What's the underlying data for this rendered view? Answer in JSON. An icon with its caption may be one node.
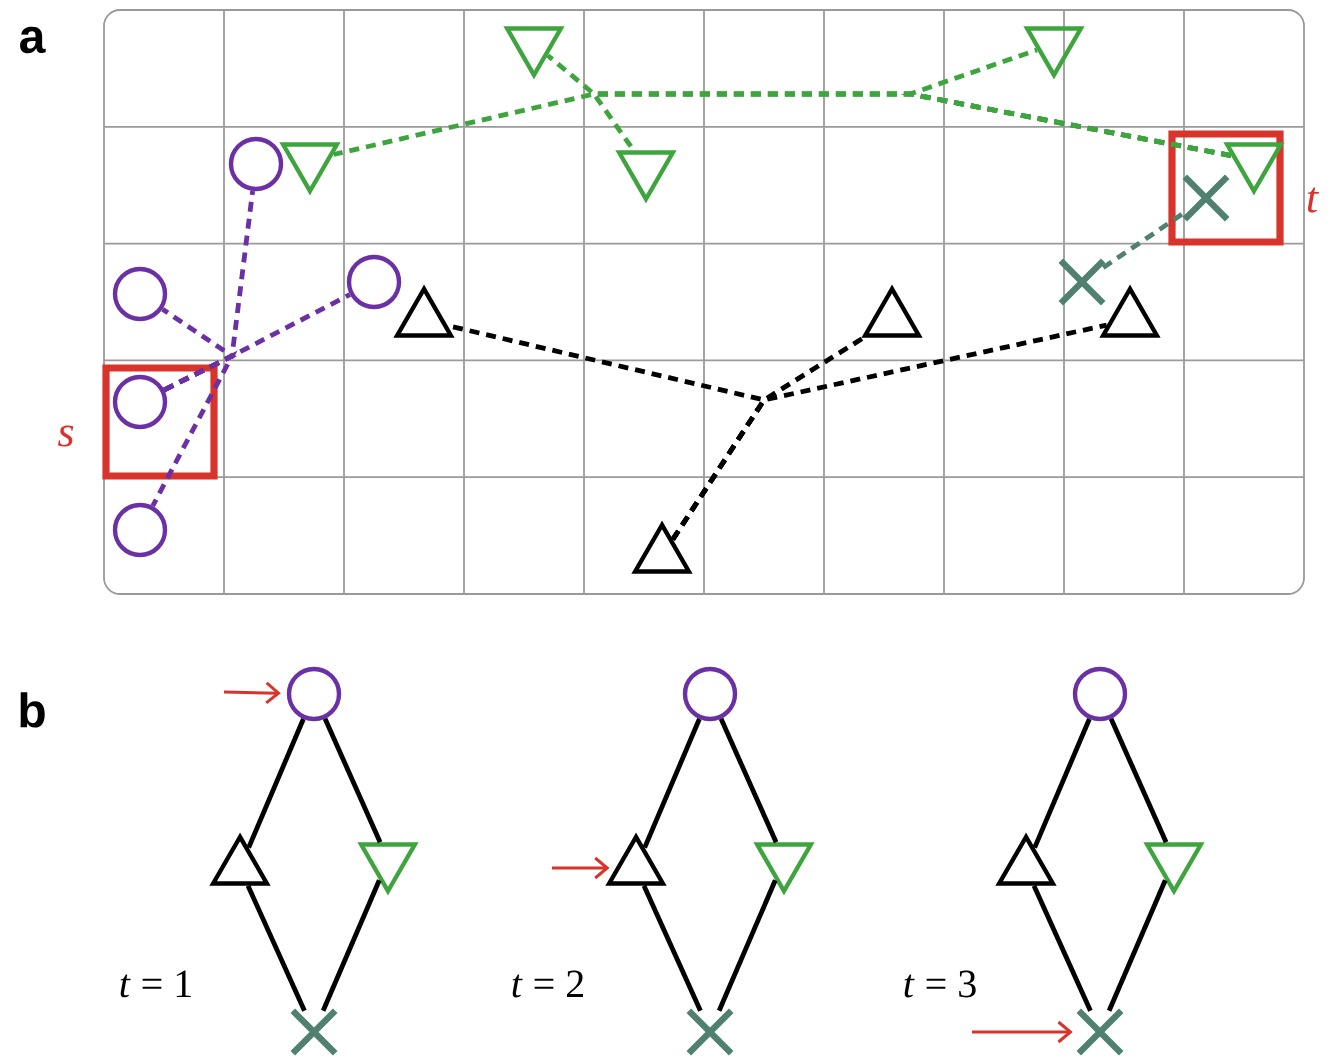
{
  "diagram": {
    "nodes": [
      {
        "text": [],
        "shape": "triangle"
      },
      {
        "text": [],
        "shape": "triangle"
      },
      {
        "text": [],
        "shape": "circle"
      },
      {
        "text": [],
        "shape": "triangle"
      },
      {
        "text": [],
        "shape": "triangle"
      },
      {
        "text": [],
        "shape": "box",
        "beside": [
          "t"
        ]
      },
      {
        "text": [],
        "shape": "triangle",
        "in": 5
      },
      {
        "text": [],
        "shape": "cross",
        "in": 5
      },
      {
        "text": [],
        "shape": "circle"
      },
      {
        "text": [],
        "shape": "circle"
      },
      {
        "text": [],
        "shape": "cross"
      },
      {
        "text": [],
        "shape": "triangle"
      },
      {
        "text": [],
        "shape": "triangle"
      },
      {
        "text": [],
        "shape": "triangle"
      },
      {
        "text": [],
        "shape": "box",
        "beside": [
          "s"
        ]
      },
      {
        "text": [],
        "shape": "circle",
        "in": 14
      },
      {
        "text": [],
        "shape": "circle"
      },
      {
        "text": [],
        "shape": "triangle"
      },
      {
        "text": [],
        "shape": "circle"
      },
      {
        "text": [],
        "shape": "triangle"
      },
      {
        "text": [],
        "shape": "triangle"
      },
      {
        "text": [],
        "shape": "cross"
      },
      {
        "text": [],
        "shape": "circle"
      },
      {
        "text": [],
        "shape": "triangle"
      },
      {
        "text": [],
        "shape": "triangle"
      },
      {
        "text": [],
        "shape": "cross"
      },
      {
        "text": [],
        "shape": "circle"
      },
      {
        "text": [],
        "shape": "triangle"
      },
      {
        "text": [],
        "shape": "triangle"
      },
      {
        "text": [],
        "shape": "cross"
      }
    ],
    "edges": [
      {
        "from": 15,
        "to": 2,
        "arrow": "none",
        "style": "dashed",
        "color": "#6b30a5"
      },
      {
        "from": 15,
        "to": 8,
        "arrow": "none",
        "style": "dashed",
        "color": "#6b30a5"
      },
      {
        "from": 15,
        "to": 9,
        "arrow": "none",
        "style": "dashed",
        "color": "#6b30a5"
      },
      {
        "from": 15,
        "to": 16,
        "arrow": "none",
        "style": "dashed",
        "color": "#6b30a5"
      },
      {
        "from": 6,
        "to": 3,
        "arrow": "none",
        "style": "dashed",
        "color": "#3ea53e"
      },
      {
        "from": 6,
        "to": 0,
        "arrow": "none",
        "style": "dashed",
        "color": "#3ea53e"
      },
      {
        "from": 6,
        "to": 4,
        "arrow": "none",
        "style": "dashed",
        "color": "#3ea53e"
      },
      {
        "from": 6,
        "to": 1,
        "arrow": "none",
        "style": "dashed",
        "color": "#3ea53e"
      },
      {
        "from": 17,
        "to": 11,
        "arrow": "none",
        "style": "dashed"
      },
      {
        "from": 17,
        "to": 12,
        "arrow": "none",
        "style": "dashed"
      },
      {
        "from": 17,
        "to": 13,
        "arrow": "none",
        "style": "dashed"
      },
      {
        "from": 10,
        "to": 7,
        "arrow": "none",
        "style": "dashed",
        "color": "#4f8070"
      },
      {
        "from": 18,
        "to": 19,
        "arrow": "none"
      },
      {
        "from": 18,
        "to": 20,
        "arrow": "none"
      },
      {
        "from": 19,
        "to": 21,
        "arrow": "none"
      },
      {
        "from": 20,
        "to": 21,
        "arrow": "none"
      },
      {
        "from": 22,
        "to": 23,
        "arrow": "none"
      },
      {
        "from": 22,
        "to": 24,
        "arrow": "none"
      },
      {
        "from": 23,
        "to": 25,
        "arrow": "none"
      },
      {
        "from": 24,
        "to": 25,
        "arrow": "none"
      },
      {
        "from": 26,
        "to": 27,
        "arrow": "none"
      },
      {
        "from": 26,
        "to": 28,
        "arrow": "none"
      },
      {
        "from": 27,
        "to": 29,
        "arrow": "none"
      },
      {
        "from": 28,
        "to": 29,
        "arrow": "none"
      },
      {
        "from": null,
        "to": 18,
        "arrow": "to",
        "color": "#d9342b"
      },
      {
        "from": null,
        "to": 23,
        "arrow": "to",
        "color": "#d9342b"
      },
      {
        "from": null,
        "to": 29,
        "arrow": "to",
        "color": "#d9342b"
      }
    ],
    "labels": [
      "a",
      "b",
      "*t* = 1",
      "*t* = 2",
      "*t* = 3"
    ]
  }
}
